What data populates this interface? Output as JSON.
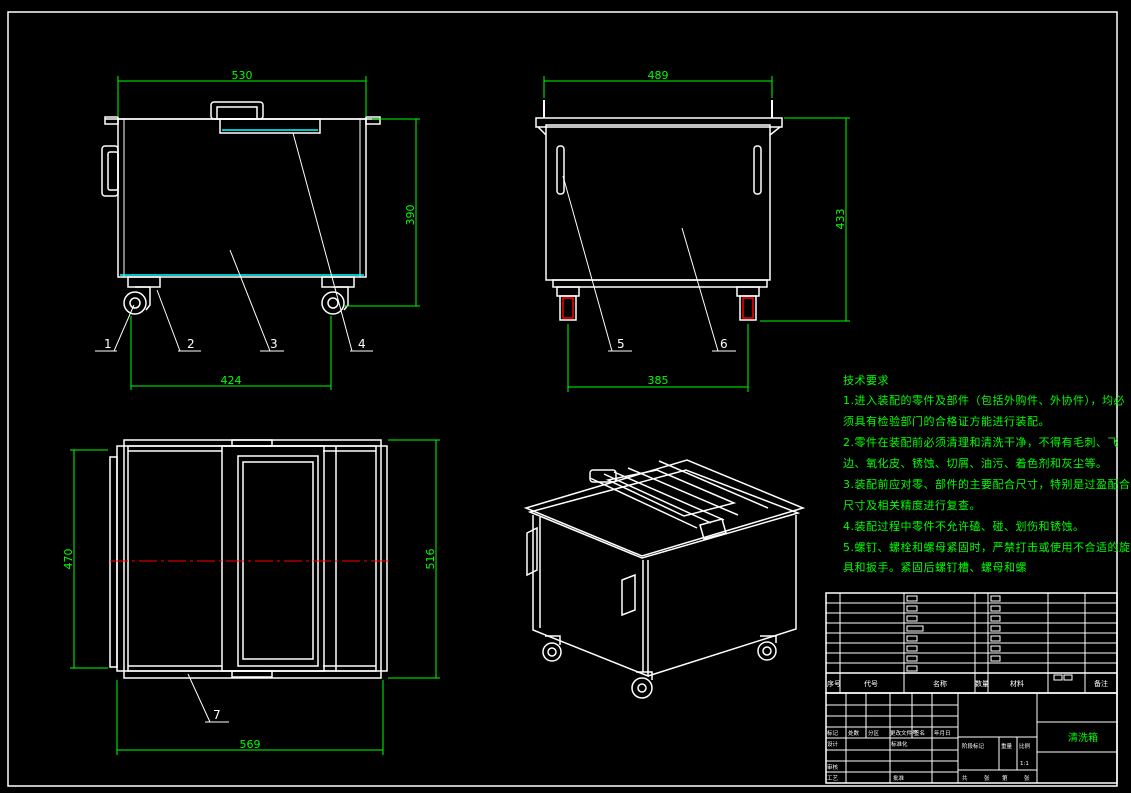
{
  "dimensions": {
    "front_width": "530",
    "front_height": "390",
    "front_wheelbase": "424",
    "side_width": "489",
    "side_height": "433",
    "side_wheelbase": "385",
    "top_depth": "470",
    "top_depth_overall": "516",
    "top_width": "569"
  },
  "part_labels": [
    "1",
    "2",
    "3",
    "4",
    "5",
    "6",
    "7"
  ],
  "tech_requirements": {
    "title": "技术要求",
    "lines": [
      "1.进入装配的零件及部件（包括外购件、外协件），均必",
      "须具有检验部门的合格证方能进行装配。",
      "2.零件在装配前必须清理和清洗干净，不得有毛刺、飞",
      "边、氧化皮、锈蚀、切屑、油污、着色剂和灰尘等。",
      "3.装配前应对零、部件的主要配合尺寸，特别是过盈配合",
      "尺寸及相关精度进行复查。",
      "4.装配过程中零件不允许磕、碰、划伤和锈蚀。",
      "5.螺钉、螺栓和螺母紧固时，严禁打击或使用不合适的旋",
      "具和扳手。紧固后螺钉槽、螺母和螺"
    ]
  },
  "bom_header": {
    "index": "序号",
    "code": "代号",
    "name": "名称",
    "qty": "数量",
    "material": "材料",
    "remark": "备注"
  },
  "title_block": {
    "drawing_name": "清洗箱",
    "scale": "1:1",
    "row_labels": [
      "标记",
      "处数",
      "分区",
      "更改文件号",
      "签名",
      "年月日"
    ],
    "designer": "设计",
    "standardize": "标准化",
    "review": "审核",
    "process": "工艺",
    "approve": "批准",
    "stage_mark": "阶段标记",
    "weight": "重量",
    "ratio": "比例",
    "sheet_total": "共",
    "sheet": "张",
    "sheet_no": "第"
  },
  "colors": {
    "background": "#000000",
    "line": "#ffffff",
    "dimension": "#00ff00",
    "centerline": "#ff0000",
    "hidden": "#00ffff"
  }
}
